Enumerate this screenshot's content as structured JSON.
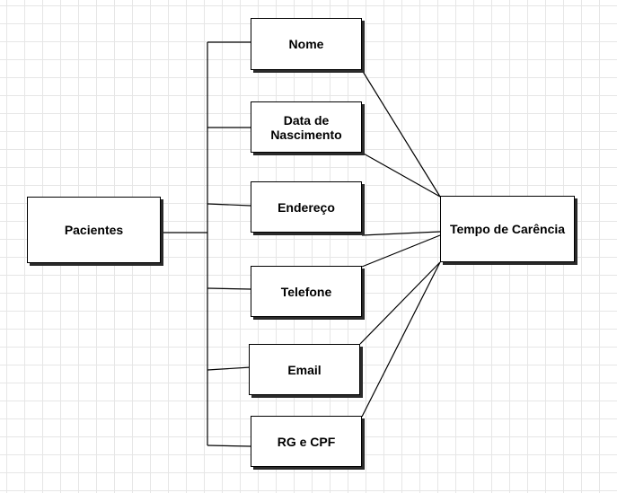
{
  "diagram": {
    "entity": "Pacientes",
    "attributes": [
      "Nome",
      "Data de\nNascimento",
      "Endereço",
      "Telefone",
      "Email",
      "RG e CPF"
    ],
    "target": "Tempo de Carência"
  },
  "colors": {
    "grid": "#e6e6e6",
    "line": "#000000",
    "box_fill": "#ffffff",
    "shadow": "#2a2a2a"
  }
}
